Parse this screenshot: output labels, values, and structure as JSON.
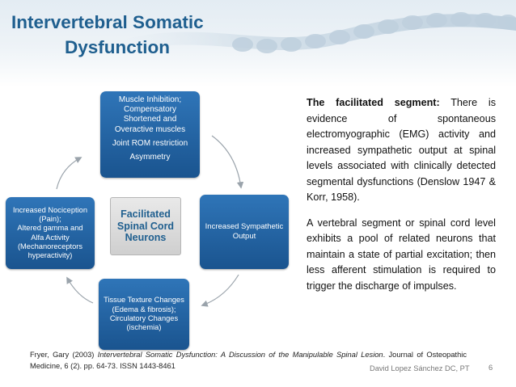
{
  "title": {
    "line1": "Intervertebral Somatic",
    "line2": "Dysfunction"
  },
  "diagram": {
    "center": {
      "line1": "Facilitated",
      "line2": "Spinal Cord",
      "line3": "Neurons"
    },
    "top": {
      "line1": "Muscle Inhibition;",
      "line2": "Compensatory",
      "line3": "Shortened and",
      "line4": "Overactive muscles",
      "line5": "Joint ROM restriction",
      "line6": "Asymmetry"
    },
    "right": {
      "line1": "Increased Sympathetic",
      "line2": "Output"
    },
    "bottom": {
      "line1": "Tissue Texture Changes",
      "line2": "(Edema & fibrosis);",
      "line3": "Circulatory Changes",
      "line4": "(ischemia)"
    },
    "left": {
      "line1": "Increased Nociception",
      "line2": "(Pain);",
      "line3": "Altered gamma and",
      "line4": "Alfa Activity",
      "line5": "(Mechanoreceptors",
      "line6": "hyperactivity)"
    }
  },
  "panel": {
    "p1_lead": "The facilitated segment:",
    "p1_body": "There is evidence of spontaneous electromyographic (EMG) activity and increased sympathetic output at spinal levels associated with clinically detected segmental dysfunctions (Denslow 1947 & Korr, 1958).",
    "p2": "A vertebral segment or spinal cord level exhibits a pool of related neurons that maintain a state of partial excitation; then less afferent stimulation is required to trigger the discharge of impulses."
  },
  "reference": {
    "pre": "Fryer, Gary (2003)",
    "title": "Intervertebral Somatic Dysfunction: A Discussion of the Manipulable Spinal Lesion",
    "post": ". Journal of Osteopathic Medicine, 6 (2). pp. 64-73. ISSN 1443-8461"
  },
  "footer": {
    "author": "David Lopez Sánchez DC, PT",
    "page": "6"
  },
  "colors": {
    "title": "#1f5f8f",
    "box": "#2a6cad",
    "center_text": "#1f5f8f",
    "arrow": "#9aa3ab"
  }
}
